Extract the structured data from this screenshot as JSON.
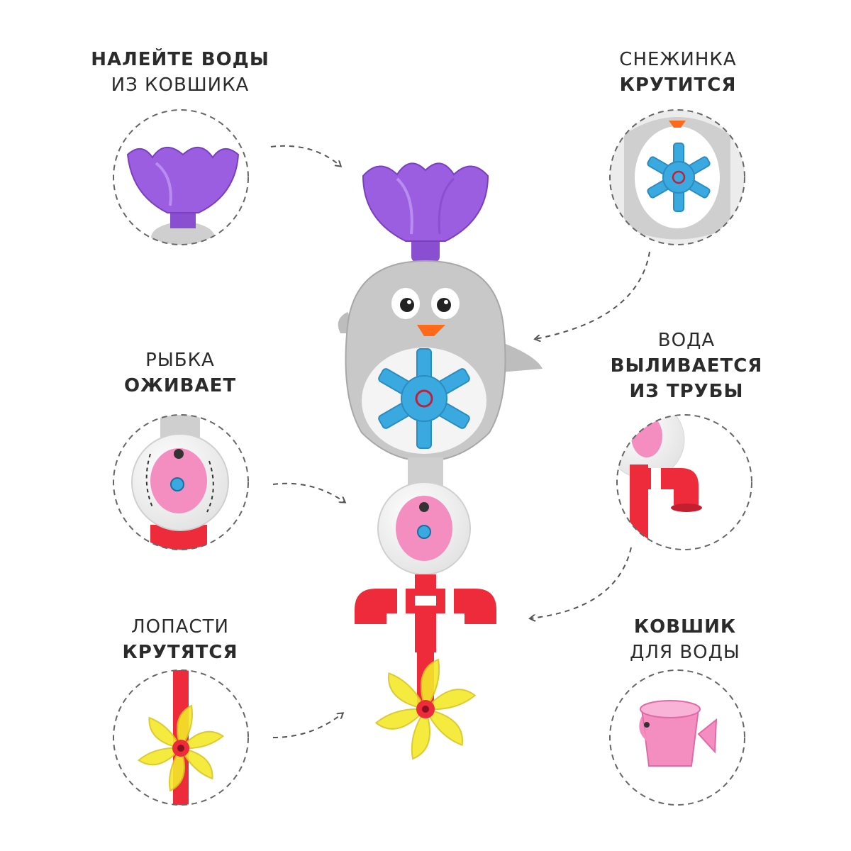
{
  "captions": {
    "top_left": {
      "line1": "НАЛЕЙТЕ ВОДЫ",
      "line2": "ИЗ КОВШИКА"
    },
    "top_right": {
      "line1": "СНЕЖИНКА",
      "line2": "КРУТИТСЯ"
    },
    "mid_left": {
      "line1": "РЫБКА",
      "line2": "ОЖИВАЕТ"
    },
    "mid_right": {
      "line1": "ВОДА",
      "line2": "ВЫЛИВАЕТСЯ",
      "line3": "ИЗ ТРУБЫ"
    },
    "bottom_left": {
      "line1": "ЛОПАСТИ",
      "line2": "КРУТЯТСЯ"
    },
    "bottom_right": {
      "line1": "КОВШИК",
      "line2": "ДЛЯ ВОДЫ"
    }
  },
  "colors": {
    "purple": "#8a4fd0",
    "grey": "#c8c8c8",
    "blue": "#3aa9e0",
    "pink": "#f07cb4",
    "red": "#ee2b3b",
    "yellow": "#f3e92a",
    "orange": "#ff6a1a",
    "dash": "#555555"
  }
}
